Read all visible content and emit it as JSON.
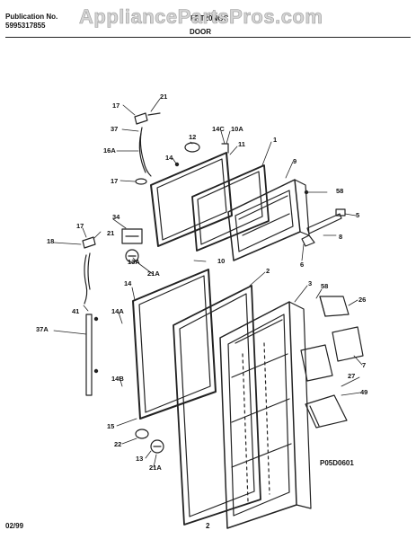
{
  "header": {
    "publication_label": "Publication No.",
    "publication_number": "5995317855",
    "model_fragment": "FRT20NGC",
    "watermark": "AppliancePartsPros.com",
    "section_title": "DOOR"
  },
  "callouts": [
    "21",
    "17",
    "37",
    "12",
    "14C",
    "10A",
    "11",
    "1",
    "16A",
    "14",
    "9",
    "17",
    "58",
    "5",
    "34",
    "8",
    "17",
    "21",
    "18",
    "13A",
    "21A",
    "10",
    "6",
    "2",
    "58",
    "14",
    "3",
    "26",
    "14A",
    "41",
    "37A",
    "7",
    "14B",
    "27",
    "49",
    "15",
    "22",
    "13",
    "21A"
  ],
  "footer": {
    "date": "02/99",
    "page": "2",
    "diagram_code": "P05D0601"
  }
}
